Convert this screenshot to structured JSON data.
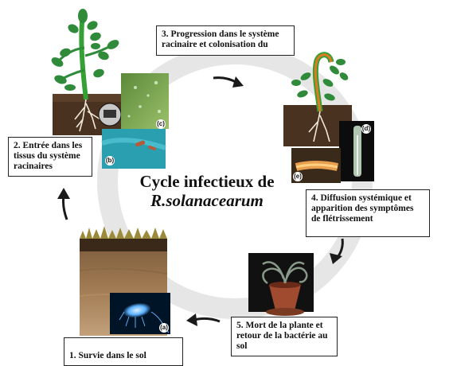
{
  "title": {
    "line1": "Cycle infectieux de",
    "line2": "R.solanacearum"
  },
  "steps": [
    {
      "id": "1",
      "text": "1. Survie dans le sol"
    },
    {
      "id": "2",
      "text": "2. Entrée dans les tissus du système racinaires"
    },
    {
      "id": "3",
      "text": "3. Progression dans le système racinaire et colonisation du"
    },
    {
      "id": "4",
      "text": "4. Diffusion systémique et apparition des symptômes de flétrissement"
    },
    {
      "id": "5",
      "text": "5. Mort de la plante et retour de la bactérie au sol"
    }
  ],
  "panel_labels": {
    "a": "(a)",
    "b": "(b)",
    "c": "(c)",
    "d": "(d)",
    "e": "(e)"
  },
  "colors": {
    "ring": "#e6e6e6",
    "arrow": "#1a1a1a",
    "leaf": "#2f8a3a",
    "stem_healthy": "#35a035",
    "stem_infected": "#e07a22",
    "soil": "#6b4a2e"
  }
}
